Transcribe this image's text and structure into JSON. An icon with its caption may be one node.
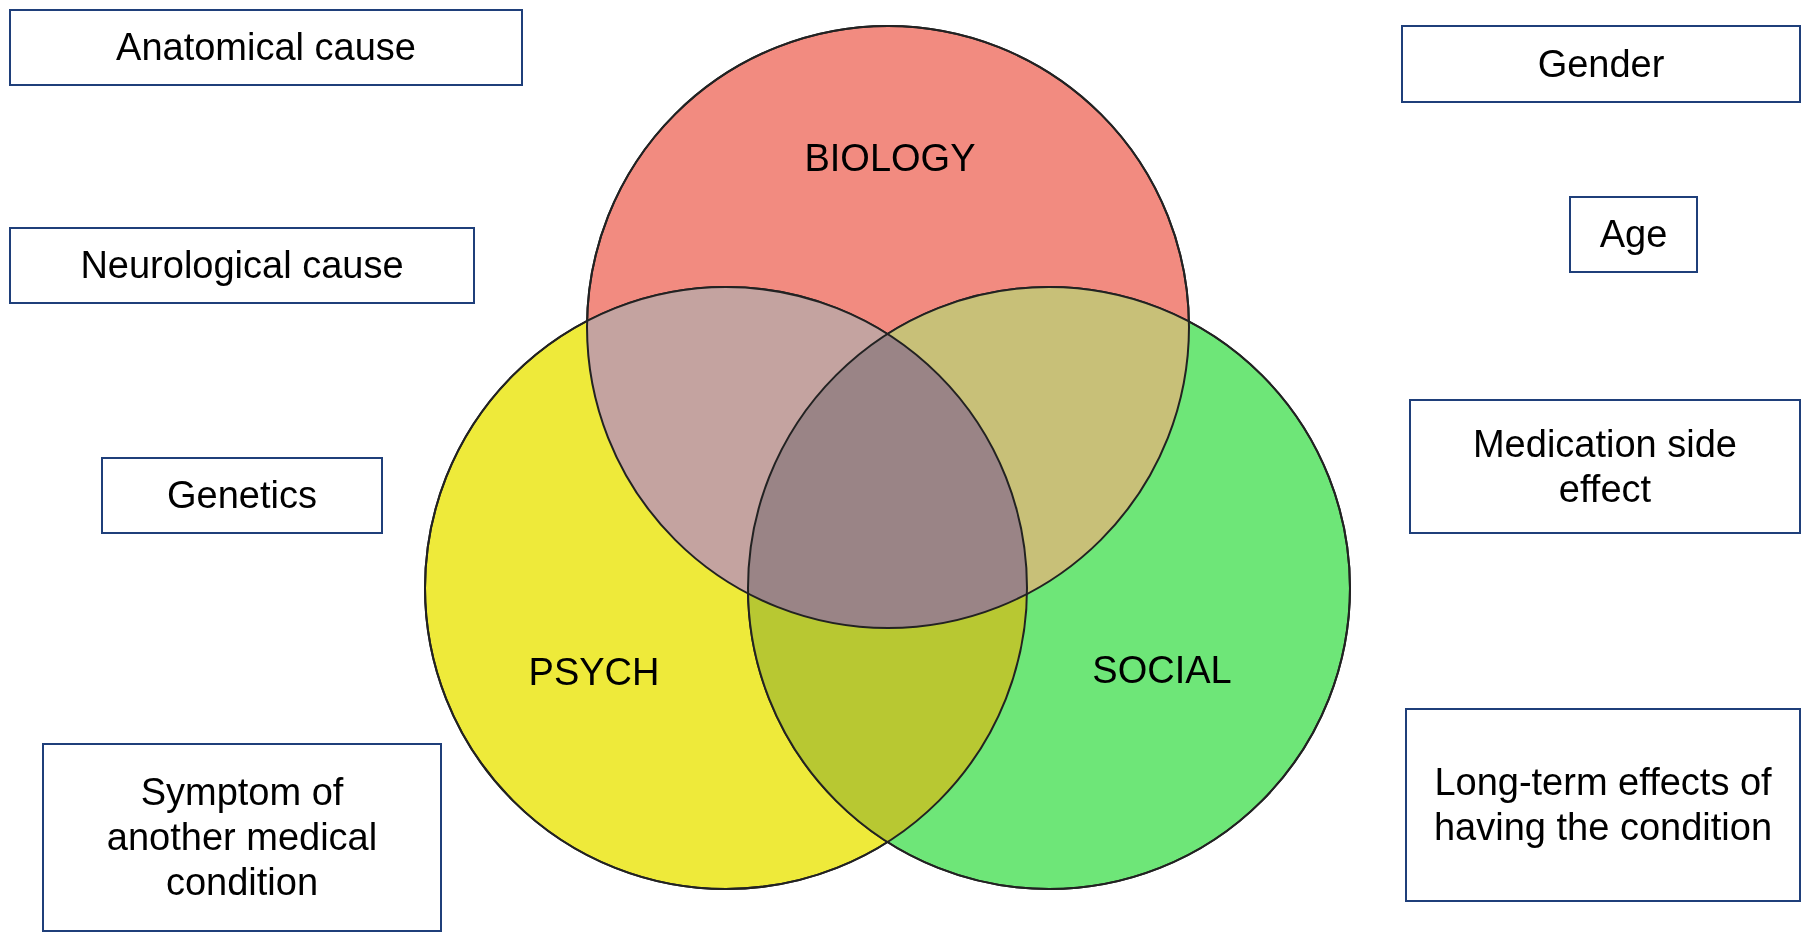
{
  "diagram": {
    "nodes": [
      {
        "text": [
          "BIOLOGY"
        ]
      },
      {
        "text": [
          "PSYCH"
        ]
      },
      {
        "text": [
          "SOCIAL"
        ]
      },
      {
        "text": [
          "Anatomical cause"
        ]
      },
      {
        "text": [
          "Neurological cause"
        ]
      },
      {
        "text": [
          "Genetics"
        ]
      },
      {
        "text": [
          "Symptom of another medical condition"
        ]
      },
      {
        "text": [
          "Gender"
        ]
      },
      {
        "text": [
          "Age"
        ]
      },
      {
        "text": [
          "Medication side effect"
        ]
      },
      {
        "text": [
          "Long-term effects of having the condition"
        ]
      }
    ]
  }
}
